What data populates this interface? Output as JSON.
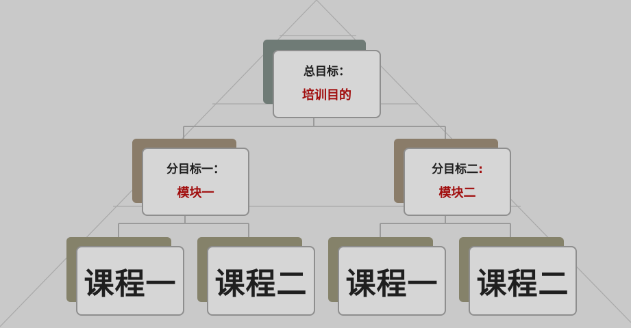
{
  "root": {
    "label": "总目标：",
    "value": "培训目的"
  },
  "modules": [
    {
      "label": "分目标一：",
      "value": "模块一"
    },
    {
      "label_prefix": "分目标二",
      "label_colon": ":",
      "value": "模块二"
    }
  ],
  "courses": [
    "课程一",
    "课程二",
    "课程一",
    "课程二"
  ],
  "colors": {
    "background": "#c9c9c9",
    "card_fill": "#d6d6d6",
    "card_border": "#8e8e8e",
    "root_shadow": "#6f7b76",
    "module_shadow": "#8a7c69",
    "course_shadow": "#85826a",
    "accent_red": "#a10e0e",
    "connector": "#9a9a9a"
  }
}
